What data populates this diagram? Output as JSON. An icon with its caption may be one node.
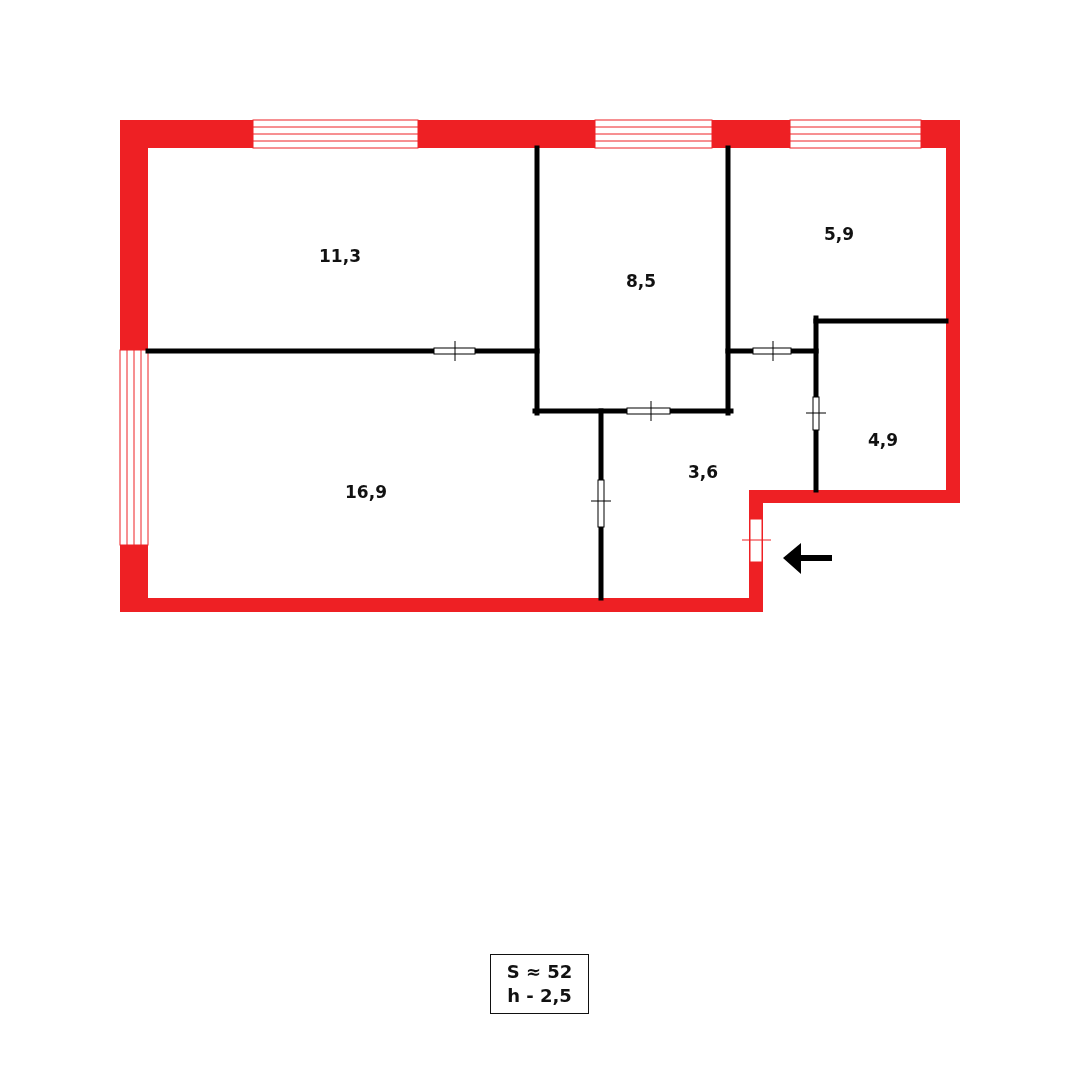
{
  "diagram": {
    "nodes": [
      {
        "text": [
          "S ≈ 52",
          "h - 2,5"
        ]
      }
    ],
    "labels": [
      "11,3",
      "8,5",
      "5,9",
      "4,9",
      "16,9",
      "3,6"
    ]
  }
}
